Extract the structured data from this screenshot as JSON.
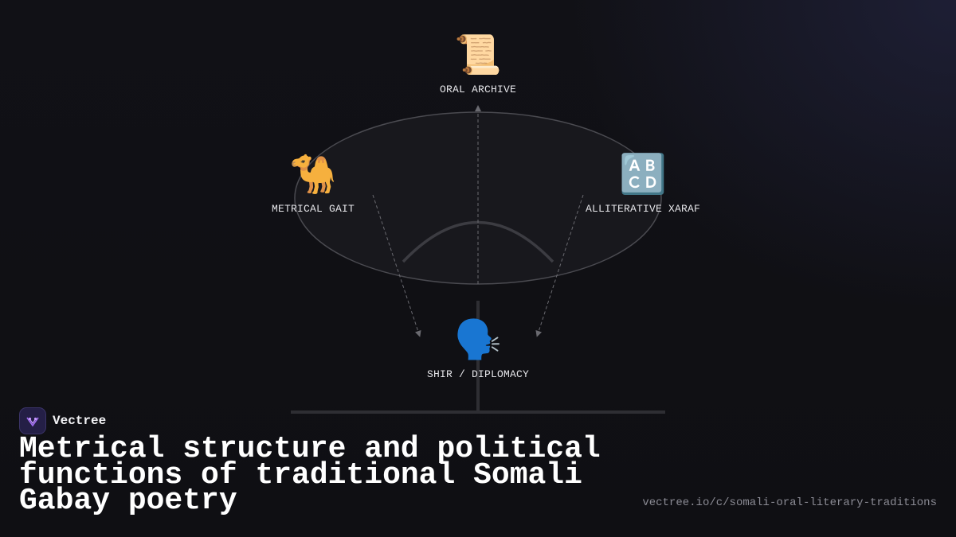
{
  "diagram": {
    "nodes": [
      {
        "id": "oral-archive",
        "icon": "scroll-icon",
        "glyph": "📜",
        "label": "ORAL ARCHIVE"
      },
      {
        "id": "metrical-gait",
        "icon": "camel-icon",
        "glyph": "🐪",
        "label": "METRICAL GAIT"
      },
      {
        "id": "alliterative-xaraf",
        "icon": "abcd-icon",
        "glyph": "🔠",
        "label": "ALLITERATIVE XARAF"
      },
      {
        "id": "shir-diplomacy",
        "icon": "speaking-head-icon",
        "glyph": "🗣️",
        "label": "SHIR / DIPLOMACY"
      }
    ]
  },
  "brand": {
    "name": "Vectree",
    "logo_icon": "vectree-logo-icon",
    "logo_color": "#a06cf0"
  },
  "title": "Metrical structure and political functions of traditional Somali Gabay poetry",
  "url": "vectree.io/c/somali-oral-literary-traditions",
  "colors": {
    "background": "#0f0f13",
    "line": "#3a3a3f",
    "dashed": "#6a6a70",
    "text": "#e6e6ea"
  }
}
